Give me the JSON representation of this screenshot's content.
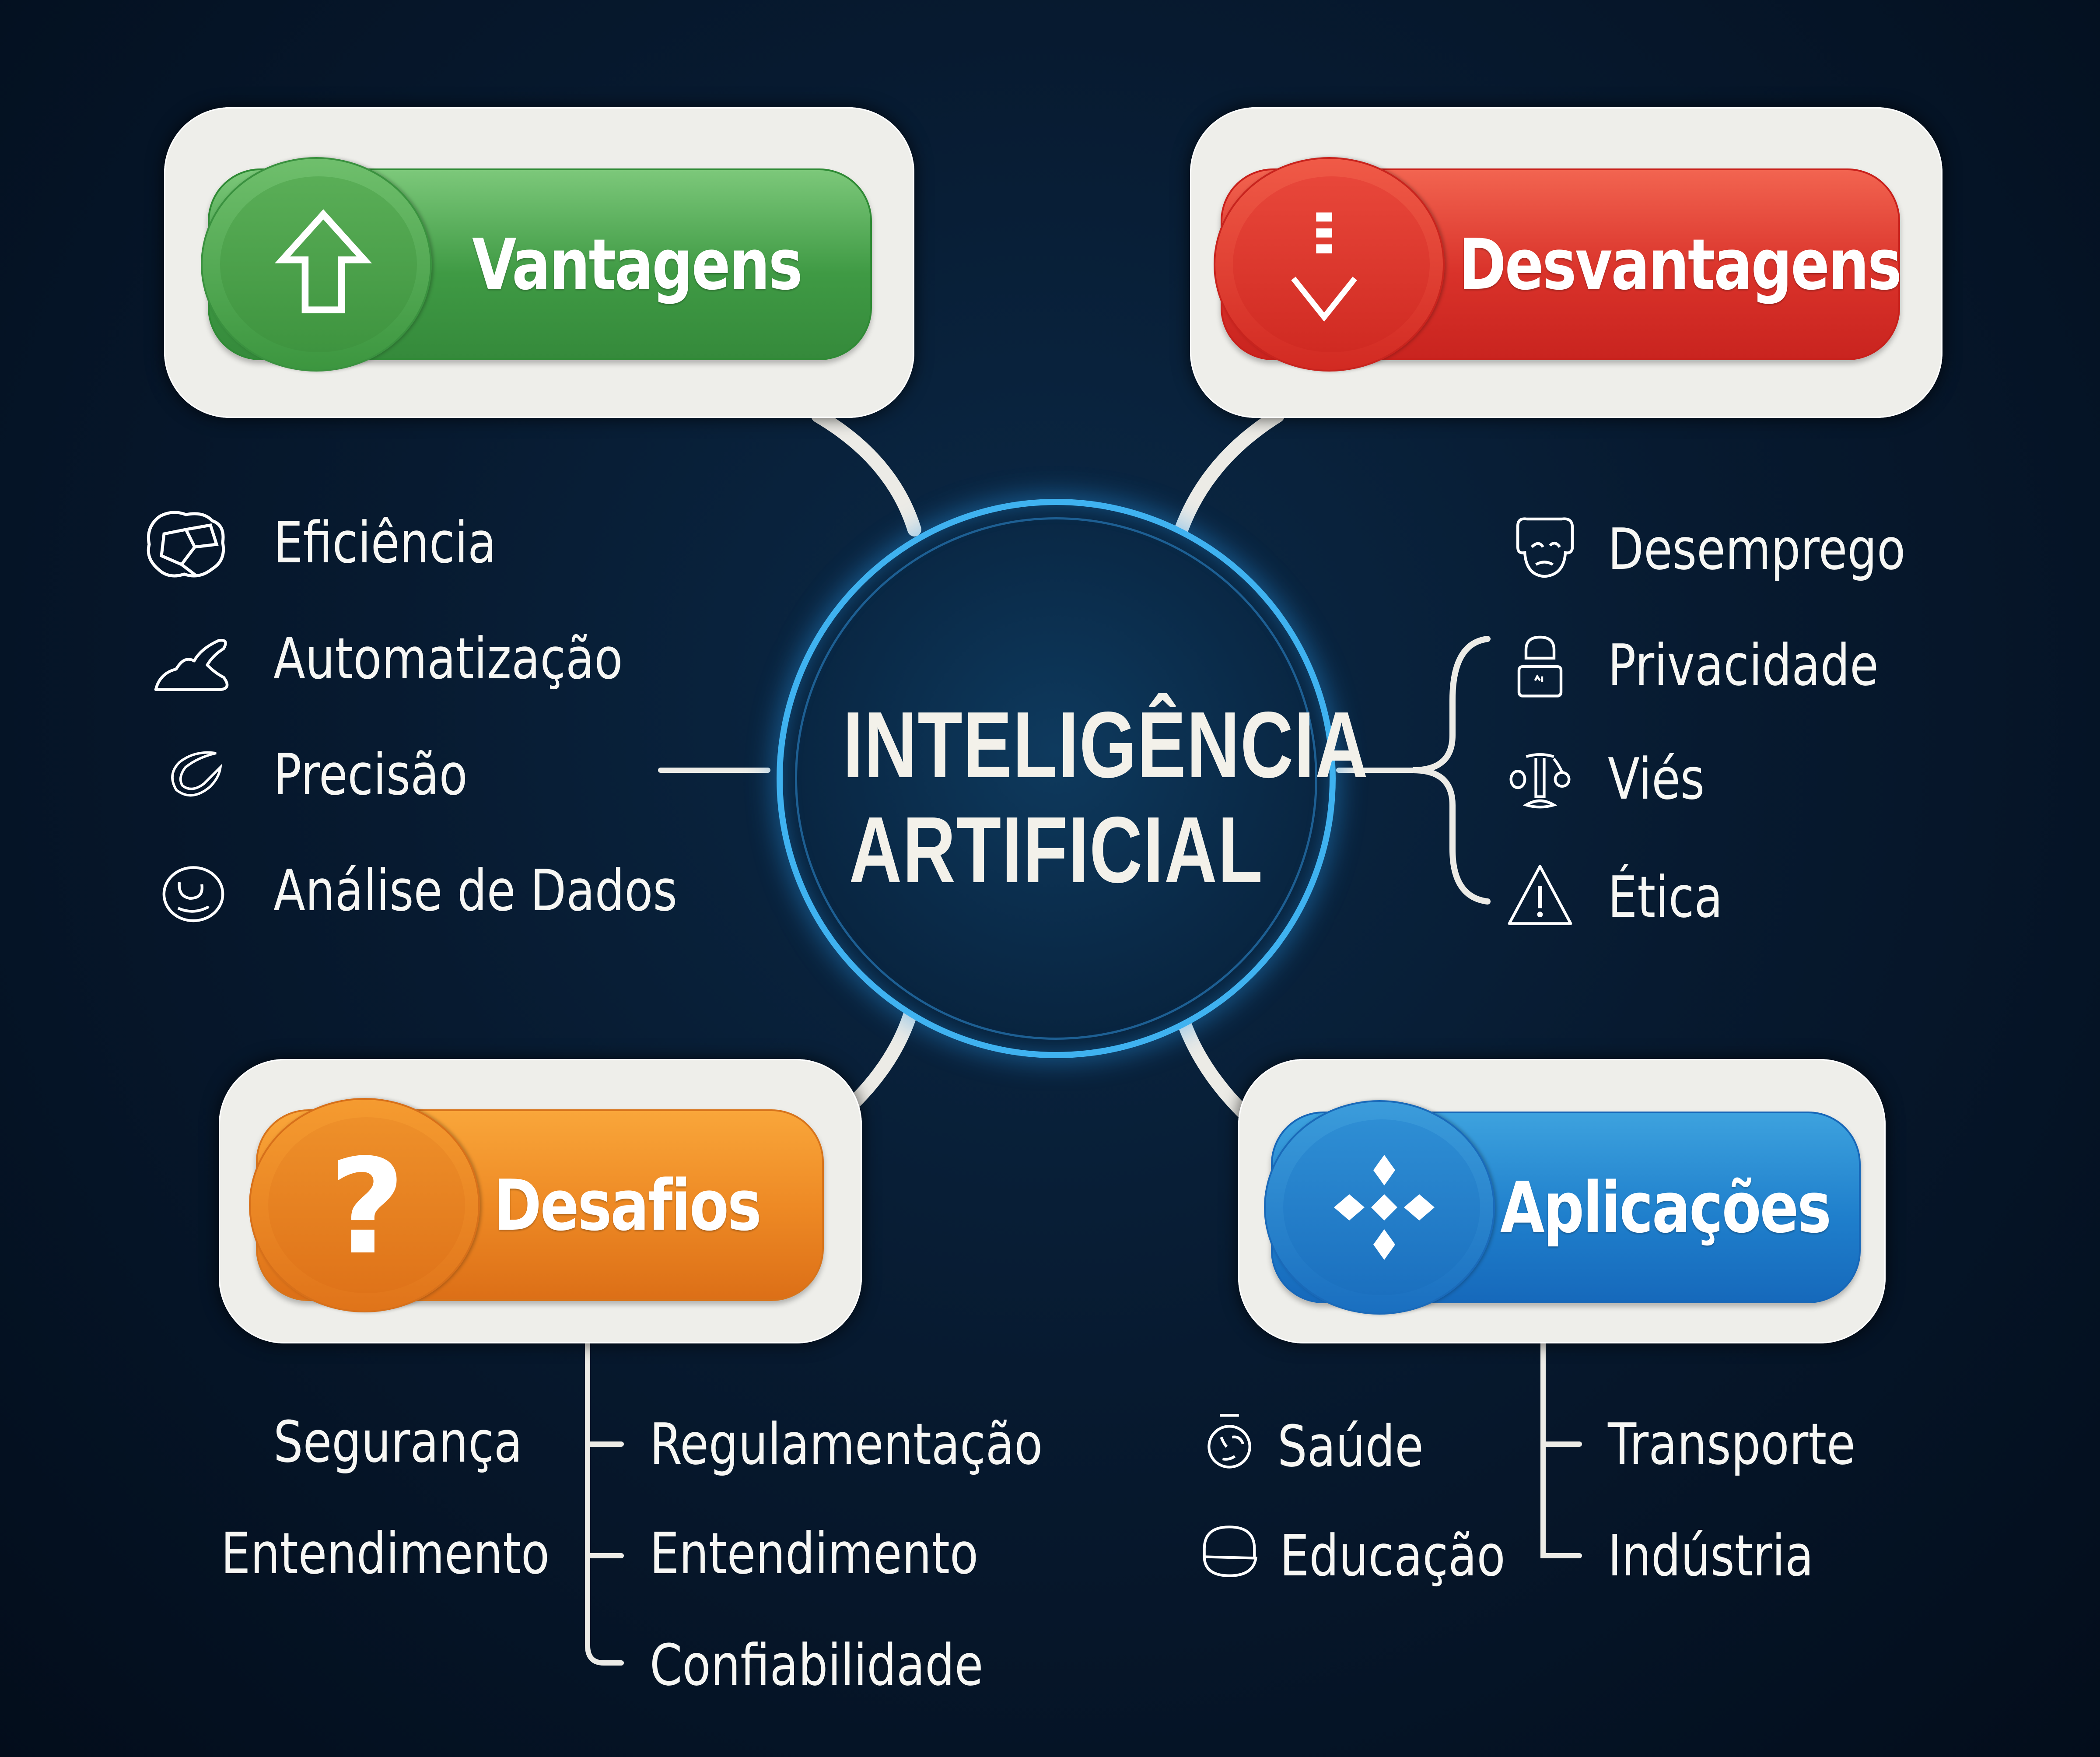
{
  "center": {
    "title_line1": "INTELIGÊNCIA",
    "title_line2": "ARTIFICIAL",
    "ring_color": "#3fb2f0"
  },
  "categories": {
    "vantagens": {
      "label": "Vantagens",
      "icon": "arrow-up-icon",
      "color": "#4caf50",
      "items": [
        {
          "label": "Eficiência",
          "icon": "gears-cluster-icon"
        },
        {
          "label": "Automatização",
          "icon": "robot-arm-icon"
        },
        {
          "label": "Precisão",
          "icon": "target-check-icon"
        },
        {
          "label": "Análise de Dados",
          "icon": "data-circle-icon"
        }
      ]
    },
    "desvantagens": {
      "label": "Desvantagens",
      "icon": "arrow-down-icon",
      "color": "#e53935",
      "items": [
        {
          "label": "Desemprego",
          "icon": "worried-face-icon"
        },
        {
          "label": "Privacidade",
          "icon": "padlock-icon"
        },
        {
          "label": "Viés",
          "icon": "scales-icon"
        },
        {
          "label": "Ética",
          "icon": "warning-icon"
        }
      ]
    },
    "desafios": {
      "label": "Desafios",
      "icon": "question-mark-icon",
      "color": "#f08a24",
      "items_left": [
        "Segurança",
        "Entendimento"
      ],
      "items_right": [
        "Regulamentação",
        "Entendimento",
        "Confiabilidade"
      ]
    },
    "aplicacoes": {
      "label": "Aplicações",
      "icon": "diamond-network-icon",
      "color": "#1e7fcf",
      "items_left": [
        {
          "label": "Saúde",
          "icon": "health-icon"
        },
        {
          "label": "Educação",
          "icon": "education-icon"
        }
      ],
      "items_right": [
        "Transporte",
        "Indústria"
      ]
    }
  }
}
